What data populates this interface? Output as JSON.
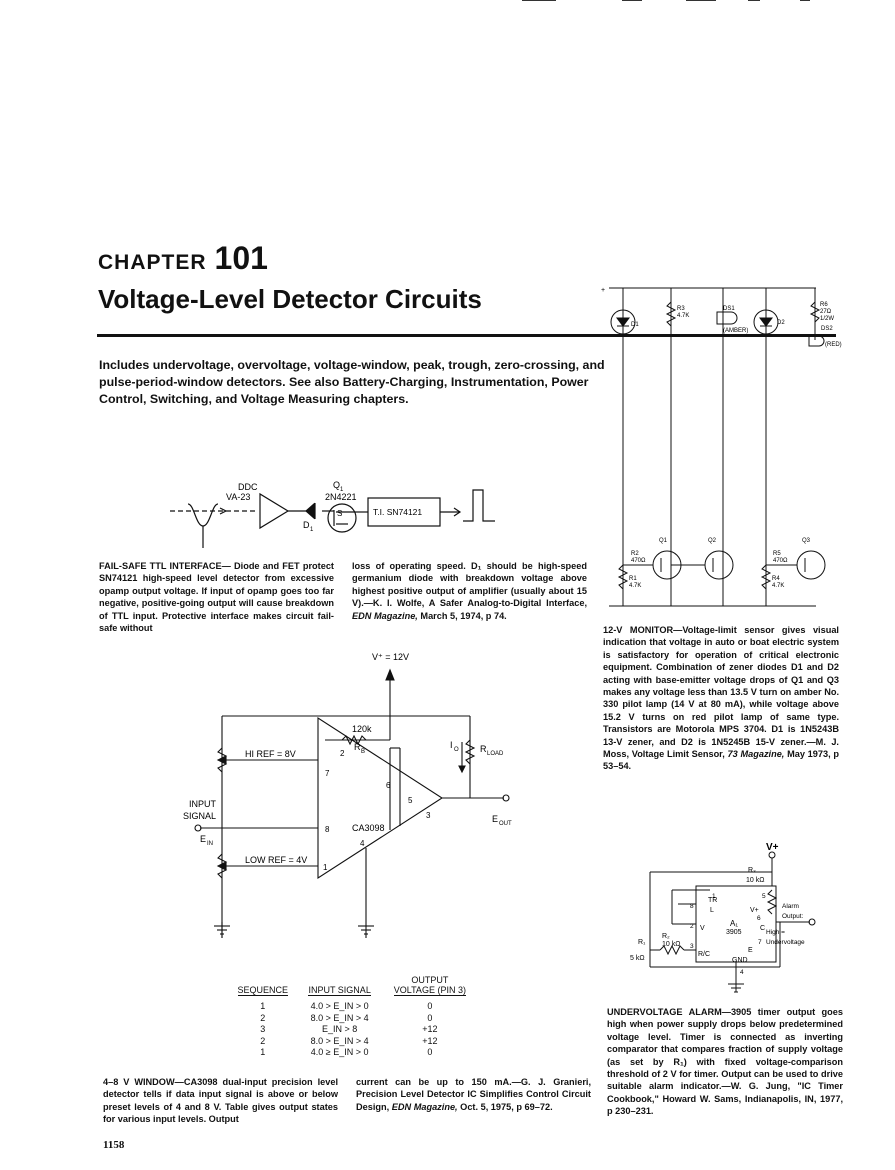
{
  "chapter": {
    "word": "CHAPTER",
    "number": "101",
    "title": "Voltage-Level Detector Circuits"
  },
  "intro": "Includes undervoltage, overvoltage, voltage-window, peak, trough, zero-crossing, and pulse-period-window detectors. See also Battery-Charging, Instrumentation, Power Control, Switching, and Voltage Measuring chapters.",
  "fig1": {
    "labels": {
      "ddc": "DDC",
      "va": "VA-23",
      "q": "Q",
      "q_sub": "1",
      "part": "2N4221",
      "d": "D",
      "d_sub": "1",
      "s": "S",
      "ic": "T.I. SN74121"
    },
    "caption_head": "FAIL-SAFE TTL INTERFACE",
    "caption_col1": "— Diode and FET protect SN74121 high-speed level detector from excessive opamp output voltage. If input of opamp goes too far negative, positive-going output will cause breakdown of TTL input. Protective interface makes circuit fail-safe without",
    "caption_col2": "loss of operating speed. D₁ should be high-speed germanium diode with breakdown voltage above highest positive output of amplifier (usually about 15 V).—K. I. Wolfe, A Safer Analog-to-Digital Interface,",
    "caption_col2_mag": "EDN Magazine,",
    "caption_col2_end": "March 5, 1974, p 74."
  },
  "fig2": {
    "labels": {
      "vplus": "V⁺ = 12V",
      "r120k": "120k",
      "rb": "R",
      "rb_sub": "B",
      "hiref": "HI REF = 8V",
      "input": "INPUT",
      "signal": "SIGNAL",
      "ein": "E",
      "ein_sub": "IN",
      "lowref": "LOW REF = 4V",
      "io": "I",
      "io_sub": "O",
      "rload": "R",
      "rload_sub": "LOAD",
      "eout": "E",
      "eout_sub": "OUT",
      "chip": "CA3098",
      "p2": "2",
      "p7": "7",
      "p6": "6",
      "p5": "5",
      "p8": "8",
      "p3": "3",
      "p1": "1",
      "p4": "4"
    },
    "caption_head": "4–8 V WINDOW",
    "caption_col1": "—CA3098 dual-input precision level detector tells if data input signal is above or below preset levels of 4 and 8 V. Table gives output states for various input levels. Output",
    "caption_col2": "current can be up to 150 mA.—G. J. Granieri, Precision Level Detector IC Simplifies Control Circuit Design,",
    "caption_col2_mag": "EDN Magazine,",
    "caption_col2_end": "Oct. 5, 1975, p 69–72."
  },
  "table": {
    "headers": {
      "seq": "SEQUENCE",
      "input": "INPUT SIGNAL",
      "output_top": "OUTPUT",
      "output": "VOLTAGE (PIN 3)"
    },
    "rows": [
      {
        "seq": "1",
        "input": "4.0 > E_IN > 0",
        "output": "0"
      },
      {
        "seq": "2",
        "input": "8.0 > E_IN > 4",
        "output": "0"
      },
      {
        "seq": "3",
        "input": "E_IN > 8",
        "output": "+12"
      },
      {
        "seq": "2",
        "input": "8.0 > E_IN > 4",
        "output": "+12"
      },
      {
        "seq": "1",
        "input": "4.0 ≥ E_IN > 0",
        "output": "0"
      }
    ]
  },
  "fig3": {
    "labels": {
      "r3": "R3",
      "r3v": "4.7K",
      "ds1": "DS1",
      "amber": "(AMBER)",
      "d1": "D1",
      "d2": "D2",
      "r6": "R6",
      "r6v": "27Ω",
      "r6w": "1/2W",
      "ds2": "DS2",
      "red": "(RED)",
      "q1": "Q1",
      "q2": "Q2",
      "q3": "Q3",
      "r2": "R2",
      "r2v": "470Ω",
      "r5": "R5",
      "r5v": "470Ω",
      "r1": "R1",
      "r1v": "4.7K",
      "r4": "R4",
      "r4v": "4.7K"
    },
    "caption_head": "12-V MONITOR",
    "caption_body": "—Voltage-limit sensor gives visual indication that voltage in auto or boat electric system is satisfactory for operation of critical electronic equipment. Combination of zener diodes D1 and D2 acting with base-emitter voltage drops of Q1 and Q3 makes any voltage less than 13.5 V turn on amber No. 330 pilot lamp (14 V at 80 mA), while voltage above 15.2 V turns on red pilot lamp of same type. Transistors are Motorola MPS 3704. D1 is 1N5243B 13-V zener, and D2 is 1N5245B 15-V zener.—M. J. Moss, Voltage Limit Sensor,",
    "caption_mag": "73 Magazine,",
    "caption_end": "May 1973, p 53–54."
  },
  "fig4": {
    "labels": {
      "vplus": "V+",
      "r3": "R₃",
      "r3v": "10 kΩ",
      "tr": "TR",
      "l": "L",
      "vp": "V+",
      "a1": "A₁",
      "part": "3905",
      "c": "C",
      "v": "V",
      "p1": "1",
      "p8": "8",
      "p5": "5",
      "p2": "2",
      "p6": "6",
      "p3": "3",
      "p7": "7",
      "p4": "4",
      "alarm1": "Alarm",
      "alarm2": "Output:",
      "high": "High =",
      "underv": "Undervoltage",
      "r2": "R₂",
      "r2v": "10 kΩ",
      "r1": "R₁",
      "r1v": "5 kΩ",
      "rc": "R/C",
      "e": "E",
      "gnd": "GND"
    },
    "caption_head": "UNDERVOLTAGE ALARM",
    "caption_body": "—3905 timer output goes high when power supply drops below predetermined voltage level. Timer is connected as inverting comparator that compares fraction of supply voltage (as set by R₁) with fixed voltage-comparison threshold of 2 V for timer. Output can be used to drive suitable alarm indicator.—W. G. Jung, \"IC Timer Cookbook,\" Howard W. Sams, Indianapolis, IN, 1977, p 230–231."
  },
  "page_number": "1158"
}
